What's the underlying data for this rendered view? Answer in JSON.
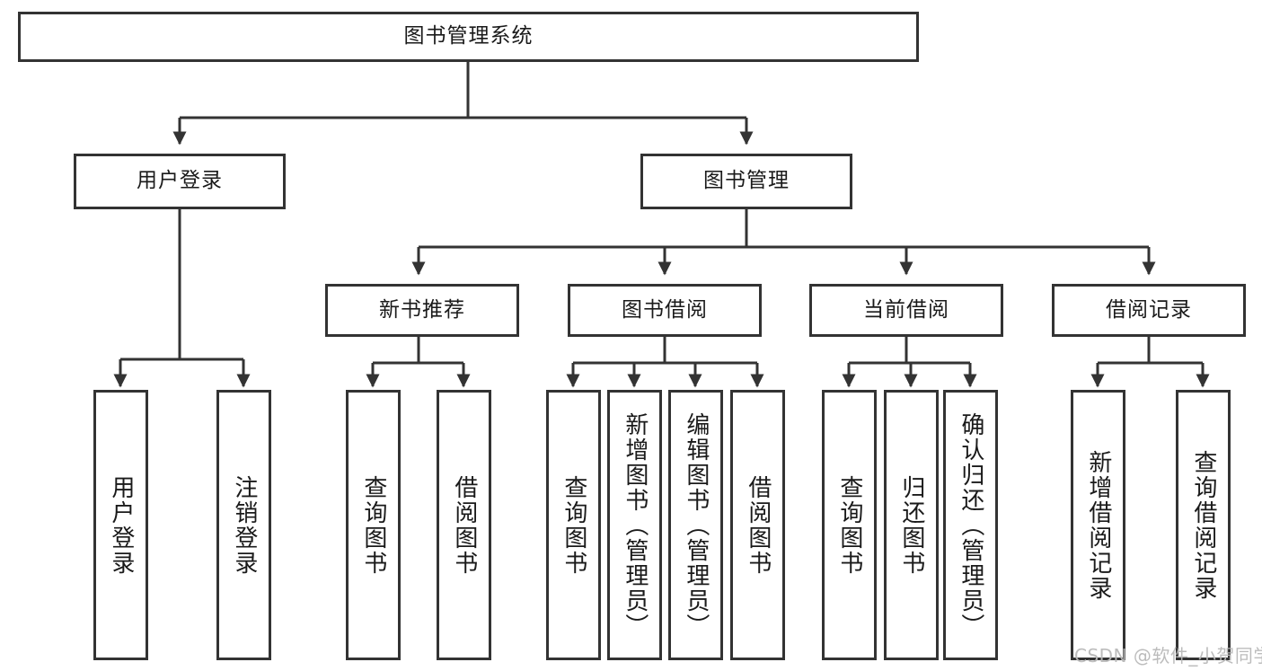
{
  "diagram": {
    "type": "tree-hierarchy",
    "title": "图书管理系统",
    "root": {
      "label": "图书管理系统"
    },
    "level1": [
      {
        "id": "user-login",
        "label": "用户登录"
      },
      {
        "id": "book-management",
        "label": "图书管理"
      }
    ],
    "level2": [
      {
        "id": "new-book-recommend",
        "label": "新书推荐",
        "parent": "book-management"
      },
      {
        "id": "book-borrow",
        "label": "图书借阅",
        "parent": "book-management"
      },
      {
        "id": "current-borrow",
        "label": "当前借阅",
        "parent": "book-management"
      },
      {
        "id": "borrow-record",
        "label": "借阅记录",
        "parent": "book-management"
      }
    ],
    "leaves": {
      "user_login": [
        {
          "id": "leaf-user-login",
          "label": "用户登录"
        },
        {
          "id": "leaf-logout-login",
          "label": "注销登录"
        }
      ],
      "new_book_recommend": [
        {
          "id": "leaf-query-book-1",
          "label": "查询图书"
        },
        {
          "id": "leaf-borrow-book-1",
          "label": "借阅图书"
        }
      ],
      "book_borrow": [
        {
          "id": "leaf-query-book-2",
          "label": "查询图书"
        },
        {
          "id": "leaf-add-book",
          "label": "新增图书（管理员）"
        },
        {
          "id": "leaf-edit-book",
          "label": "编辑图书（管理员）"
        },
        {
          "id": "leaf-borrow-book-2",
          "label": "借阅图书"
        }
      ],
      "current_borrow": [
        {
          "id": "leaf-query-book-3",
          "label": "查询图书"
        },
        {
          "id": "leaf-return-book",
          "label": "归还图书"
        },
        {
          "id": "leaf-confirm-return",
          "label": "确认归还（管理员）"
        }
      ],
      "borrow_record": [
        {
          "id": "leaf-add-record",
          "label": "新增借阅记录"
        },
        {
          "id": "leaf-query-record",
          "label": "查询借阅记录"
        }
      ]
    }
  },
  "watermark": {
    "text": "CSDN @软件_小贺同学"
  },
  "colors": {
    "stroke": "#333333",
    "background": "#ffffff",
    "text": "#1a1a1a",
    "watermark": "#b9b9b9"
  }
}
